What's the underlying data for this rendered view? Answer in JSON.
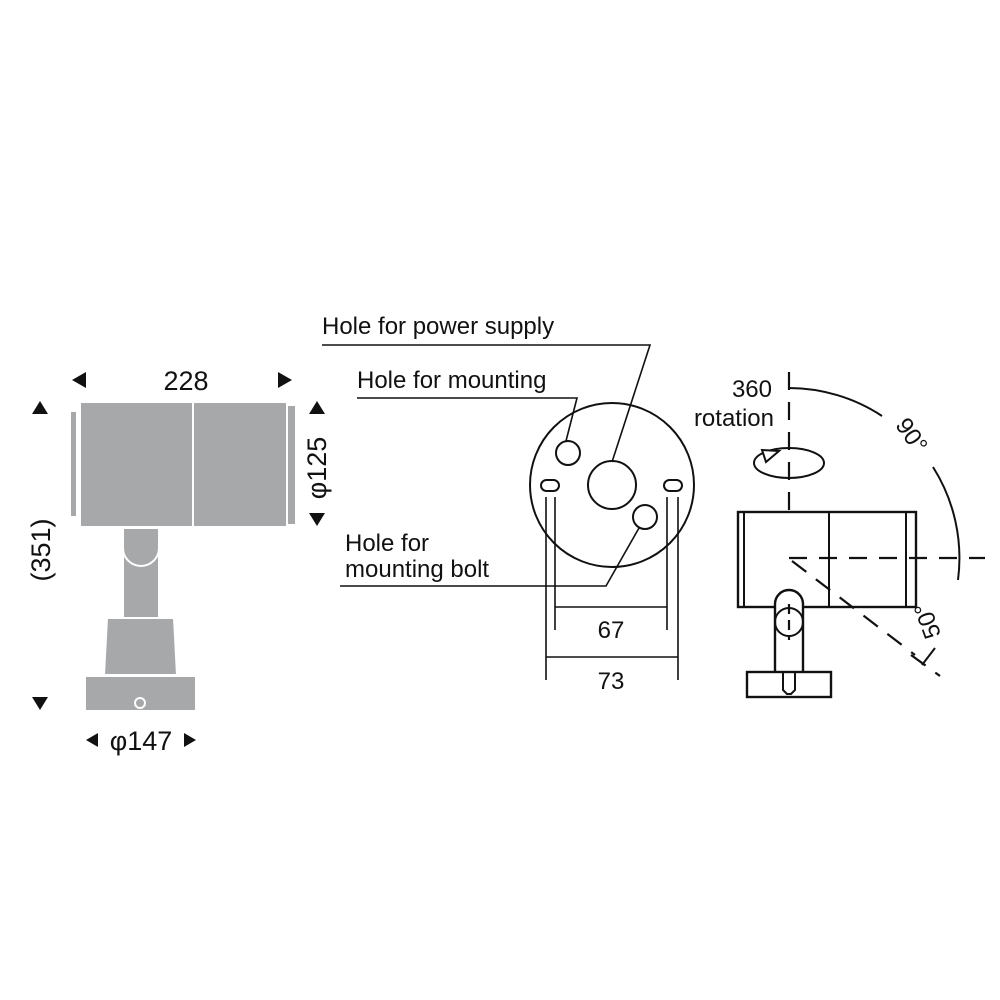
{
  "front_view": {
    "width_label": "228",
    "height_label": "(351)",
    "head_diameter_label": "φ125",
    "base_diameter_label": "φ147",
    "body_color": "#a7a8aa"
  },
  "base_plate_view": {
    "callouts": {
      "power_supply": "Hole for power supply",
      "mounting": "Hole for mounting",
      "mounting_bolt_line1": "Hole for",
      "mounting_bolt_line2": "mounting bolt"
    },
    "inner_dimension": "67",
    "outer_dimension": "73"
  },
  "side_view": {
    "rotation_value": "360",
    "rotation_label": "rotation",
    "tilt_up": "90°",
    "tilt_down": "50°"
  }
}
